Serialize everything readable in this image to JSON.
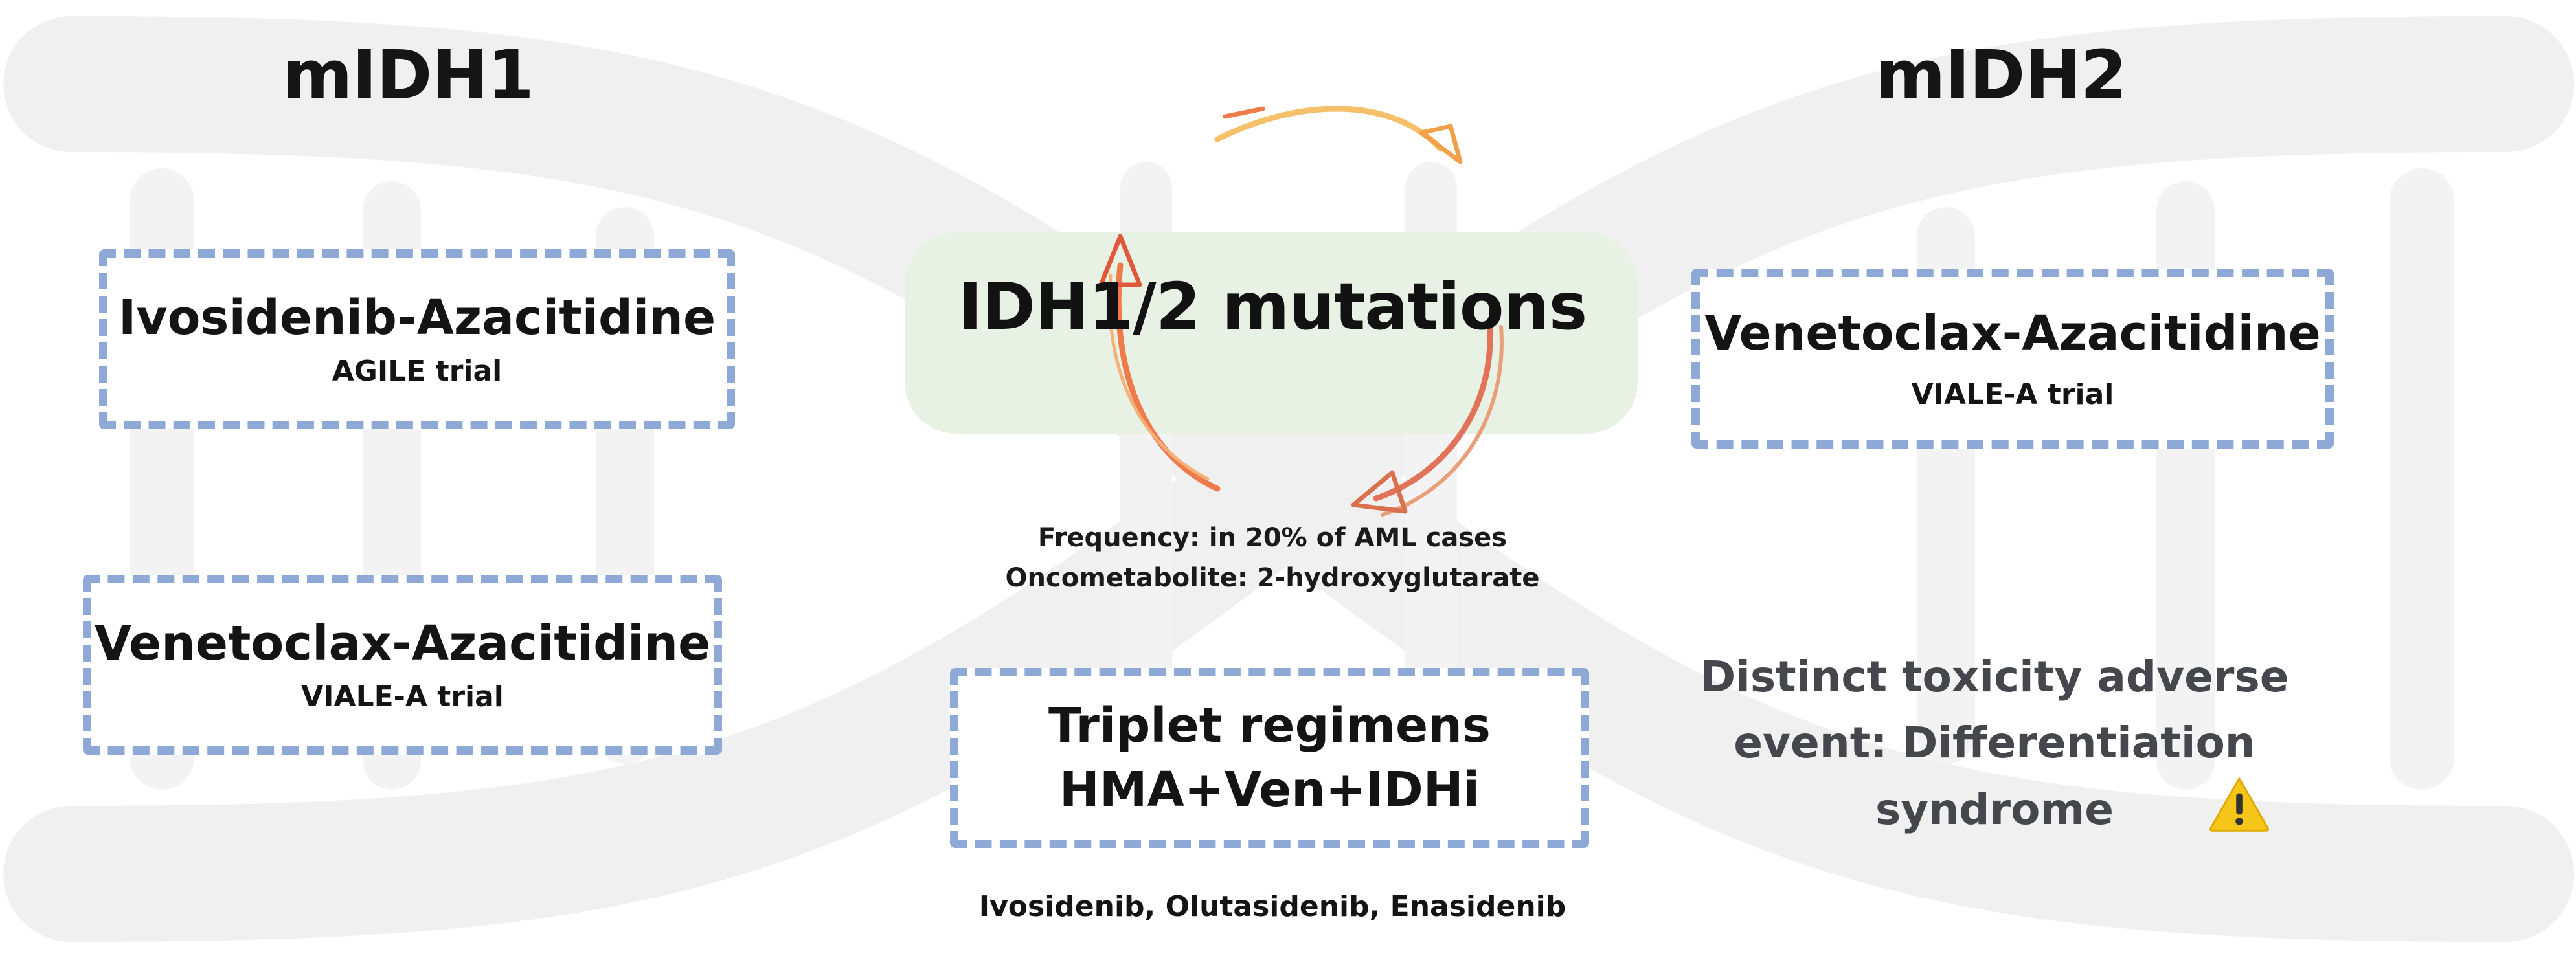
{
  "headings": {
    "left": "mIDH1",
    "right": "mIDH2"
  },
  "center": {
    "title": "IDH1/2 mutations",
    "frequency": "Frequency: in 20% of AML cases",
    "oncometabolite": "Oncometabolite: 2-hydroxyglutarate"
  },
  "left_boxes": [
    {
      "title": "Ivosidenib-Azacitidine",
      "trial": "AGILE trial"
    },
    {
      "title": "Venetoclax-Azacitidine",
      "trial": "VIALE-A trial"
    }
  ],
  "right_box": {
    "title": "Venetoclax-Azacitidine",
    "trial": "VIALE-A trial"
  },
  "triplet": {
    "line1": "Triplet regimens",
    "line2": "HMA+Ven+IDHi",
    "drugs": "Ivosidenib, Olutasidenib, Enasidenib"
  },
  "toxicity": {
    "line1": "Distinct toxicity adverse",
    "line2": "event: Differentiation",
    "line3": "syndrome",
    "icon": "warning-icon"
  },
  "colors": {
    "box_border": "#8fa9d6",
    "dna_background": "#f0f0f0",
    "center_highlight": "#e6f1e4",
    "arrow_orange": "#f2a14a",
    "arrow_red": "#e0573a",
    "warning": "#f5c518"
  }
}
